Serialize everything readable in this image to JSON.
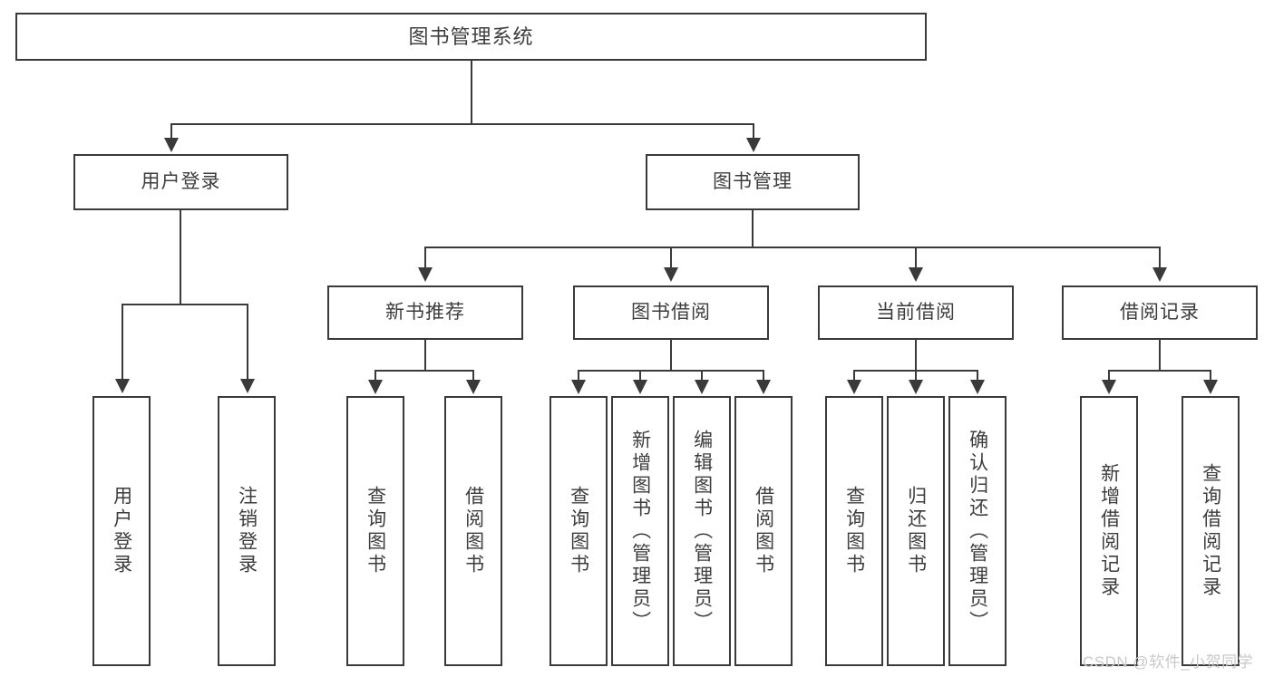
{
  "diagram": {
    "title": "图书管理系统",
    "type": "tree-hierarchy",
    "root": {
      "label": "图书管理系统"
    },
    "level1": [
      {
        "label": "用户登录"
      },
      {
        "label": "图书管理"
      }
    ],
    "level2": [
      {
        "label": "新书推荐"
      },
      {
        "label": "图书借阅"
      },
      {
        "label": "当前借阅"
      },
      {
        "label": "借阅记录"
      }
    ],
    "leaves": {
      "user_login": [
        {
          "label": "用户登录"
        },
        {
          "label": "注销登录"
        }
      ],
      "new_book_recommend": [
        {
          "label": "查询图书"
        },
        {
          "label": "借阅图书"
        }
      ],
      "book_borrow": [
        {
          "label": "查询图书"
        },
        {
          "label": "新增图书（管理员）"
        },
        {
          "label": "编辑图书（管理员）"
        },
        {
          "label": "借阅图书"
        }
      ],
      "current_borrow": [
        {
          "label": "查询图书"
        },
        {
          "label": "归还图书"
        },
        {
          "label": "确认归还（管理员）"
        }
      ],
      "borrow_record": [
        {
          "label": "新增借阅记录"
        },
        {
          "label": "查询借阅记录"
        }
      ]
    }
  },
  "watermark": {
    "text": "CSDN @软件_小贺同学"
  },
  "colors": {
    "stroke": "#3a3a3a",
    "text": "#3d3d3d",
    "background": "#ffffff",
    "watermark": "#c9c9c9"
  }
}
